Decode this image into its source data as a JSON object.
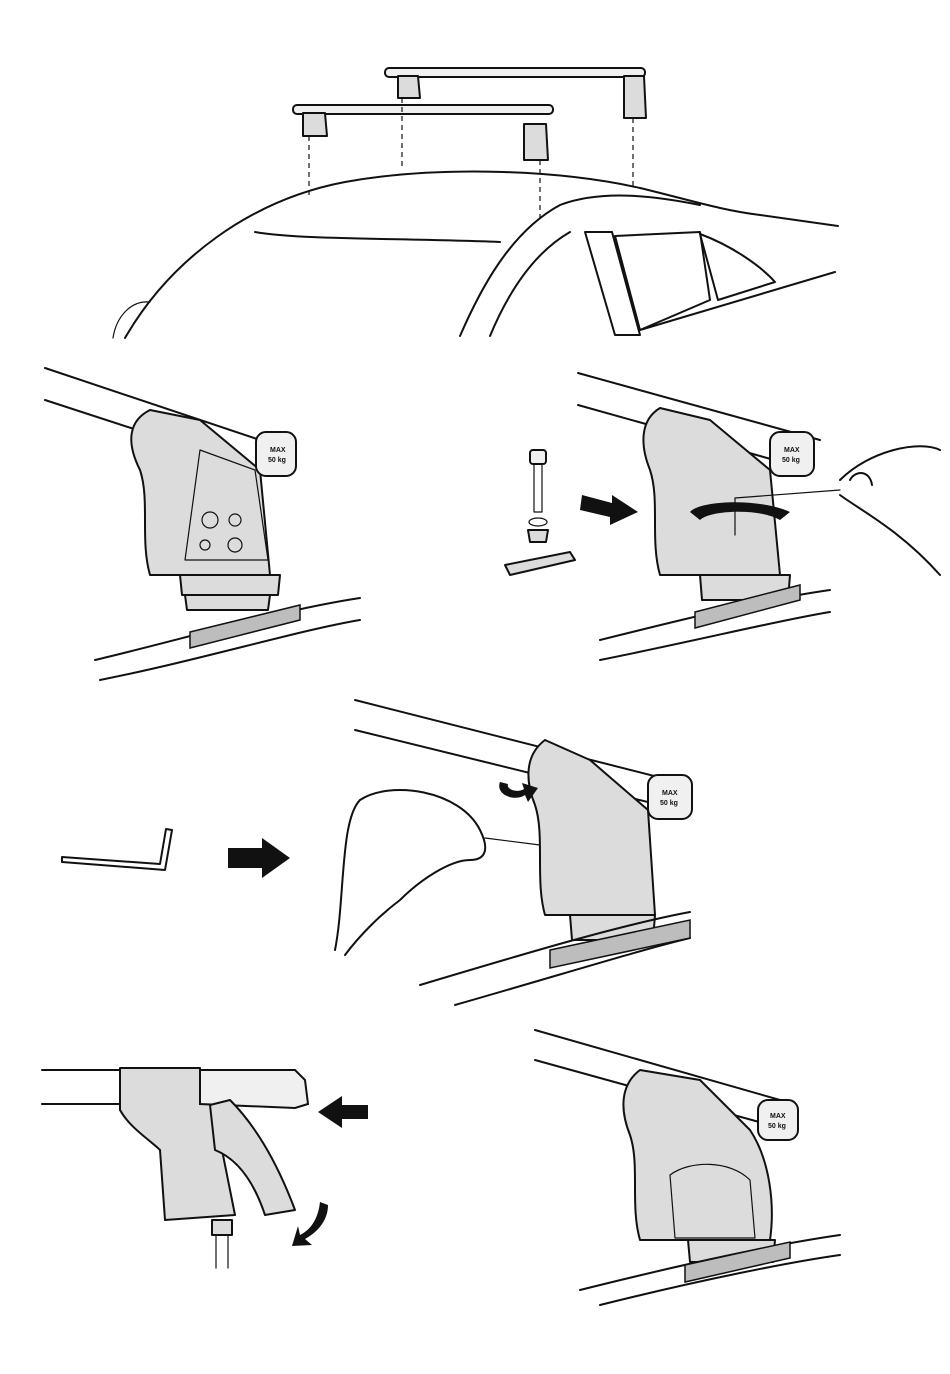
{
  "caps": {
    "line1": "MAX",
    "line2": "50 kg"
  },
  "colors": {
    "line": "#111111",
    "pad": "#bdbdbd",
    "foot": "#dcdcdc"
  },
  "icons": [
    "car-roof",
    "roof-bar",
    "foot-bracket",
    "bolt",
    "washer",
    "nut",
    "clamp-plate",
    "allen-key",
    "hand",
    "arrow",
    "rotate-arrow",
    "cover"
  ]
}
